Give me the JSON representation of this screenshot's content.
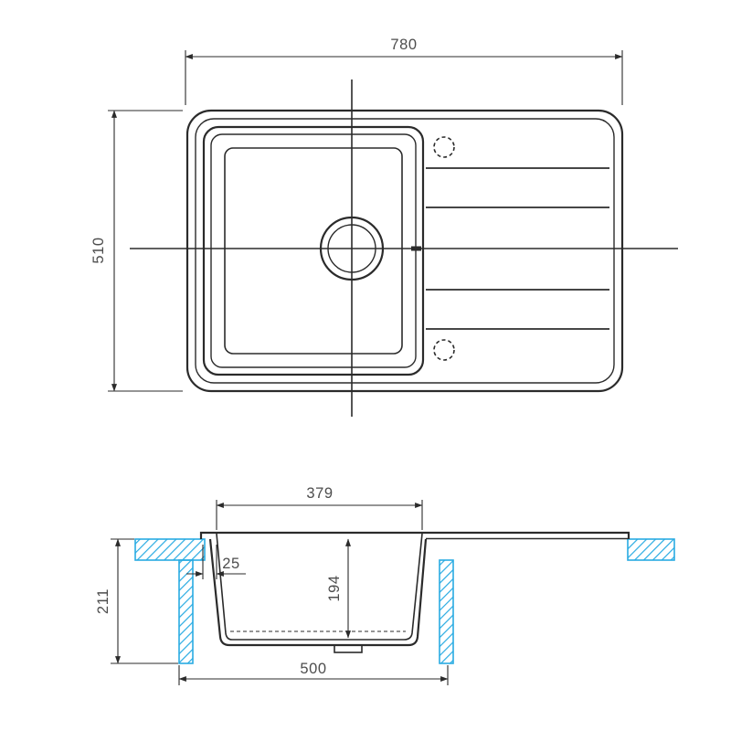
{
  "drawing": {
    "colors": {
      "line": "#2b2b2b",
      "hatch": "#29abe2",
      "dim_text": "#4d4d4d",
      "background": "#ffffff"
    },
    "top_view": {
      "width_label": "780",
      "height_label": "510"
    },
    "section_view": {
      "bowl_width_label": "379",
      "rim_offset_label": "25",
      "bowl_depth_label": "194",
      "overall_depth_label": "211",
      "base_width_label": "500"
    }
  }
}
